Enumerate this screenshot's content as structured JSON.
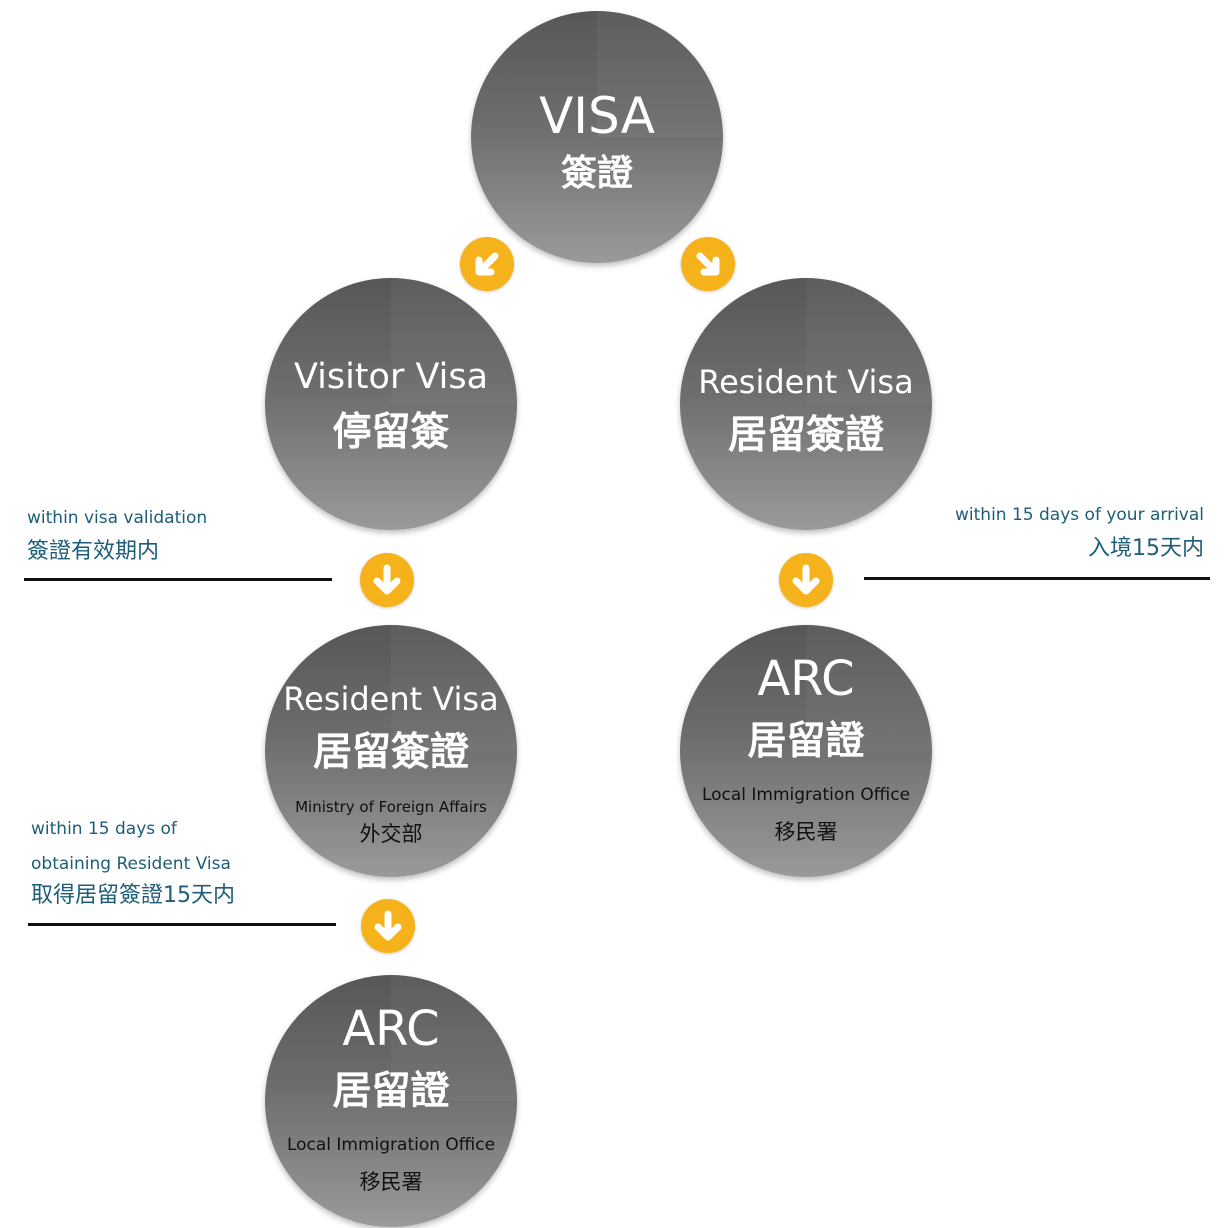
{
  "nodes": {
    "visa": {
      "en": "VISA",
      "zh": "簽證"
    },
    "visitor_visa": {
      "en": "Visitor Visa",
      "zh": "停留簽"
    },
    "resident_visa_right": {
      "en": "Resident Visa",
      "zh": "居留簽證"
    },
    "resident_visa_left": {
      "en": "Resident Visa",
      "zh": "居留簽證",
      "office_en": "Ministry of Foreign Affairs",
      "office_zh": "外交部"
    },
    "arc_right": {
      "en": "ARC",
      "zh": "居留證",
      "office_en": "Local Immigration Office",
      "office_zh": "移民署"
    },
    "arc_left": {
      "en": "ARC",
      "zh": "居留證",
      "office_en": "Local Immigration Office",
      "office_zh": "移民署"
    }
  },
  "notes": {
    "visa_validation": {
      "en": "within visa validation",
      "zh": "簽證有效期内"
    },
    "arrival": {
      "en": "within 15 days of your arrival",
      "zh": "入境15天内"
    },
    "obtaining": {
      "en_line1": "within 15 days of",
      "en_line2": "obtaining Resident Visa",
      "zh": "取得居留簽證15天内"
    }
  },
  "colors": {
    "node": "#6a6a6a",
    "arrow": "#f6b21b",
    "note_text": "#1d5d7a",
    "rule": "#111111"
  },
  "icons": [
    "arrow-down-left-icon",
    "arrow-down-right-icon",
    "arrow-down-icon"
  ]
}
